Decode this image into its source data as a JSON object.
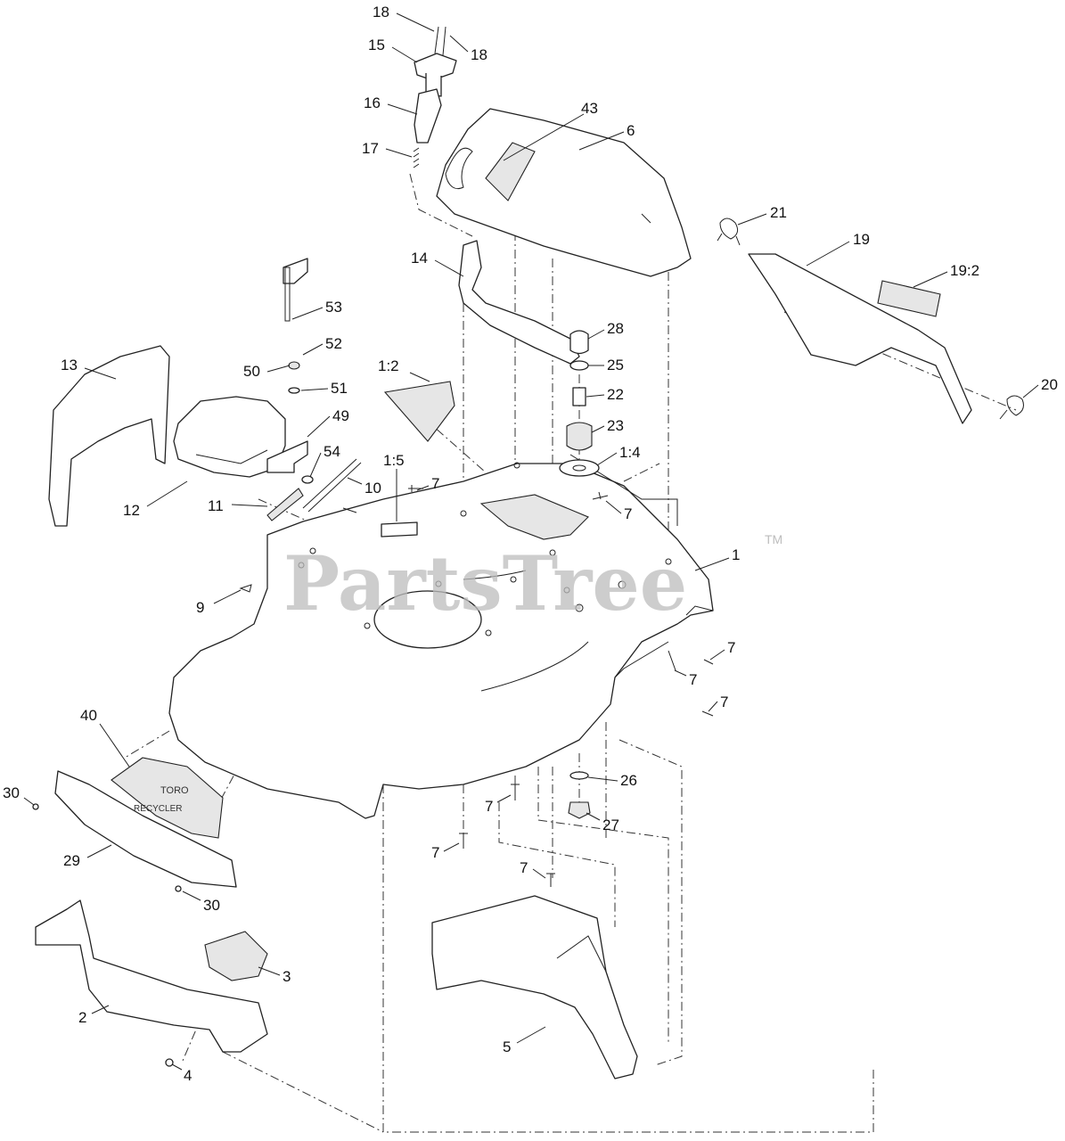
{
  "watermark": {
    "text": "PartsTree",
    "trademark": "TM"
  },
  "decal_text": {
    "brand": "TORO",
    "model": "RECYCLER"
  },
  "callouts": [
    "18",
    "18",
    "15",
    "16",
    "17",
    "43",
    "6",
    "21",
    "19",
    "19:2",
    "20",
    "14",
    "28",
    "25",
    "22",
    "23",
    "1:4",
    "53",
    "52",
    "50",
    "51",
    "49",
    "54",
    "10",
    "13",
    "12",
    "11",
    "1:2",
    "1:5",
    "7",
    "7",
    "9",
    "1",
    "7",
    "7",
    "7",
    "40",
    "30",
    "29",
    "30",
    "26",
    "27",
    "7",
    "7",
    "7",
    "3",
    "2",
    "4",
    "5"
  ]
}
